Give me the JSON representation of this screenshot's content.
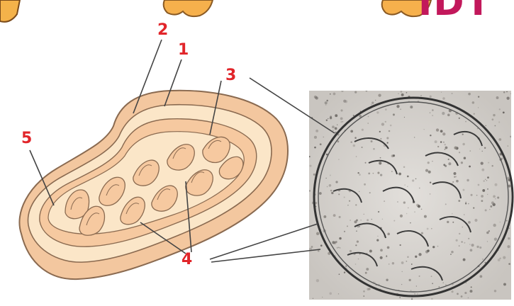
{
  "labels": {
    "outer_membrane": "2",
    "inner_membrane": "1",
    "cristae": "3",
    "matrix": "5",
    "intermembrane": "4"
  },
  "header_fragment": "ÎDT",
  "colors": {
    "label": "#e1252a",
    "leader": "#444444",
    "outer_membrane": "#f3c79f",
    "inner_fill": "#f6c9a0",
    "matrix": "#fbe6c8",
    "micrograph_bg": "#d9d6d2",
    "header": "#c2185b"
  }
}
